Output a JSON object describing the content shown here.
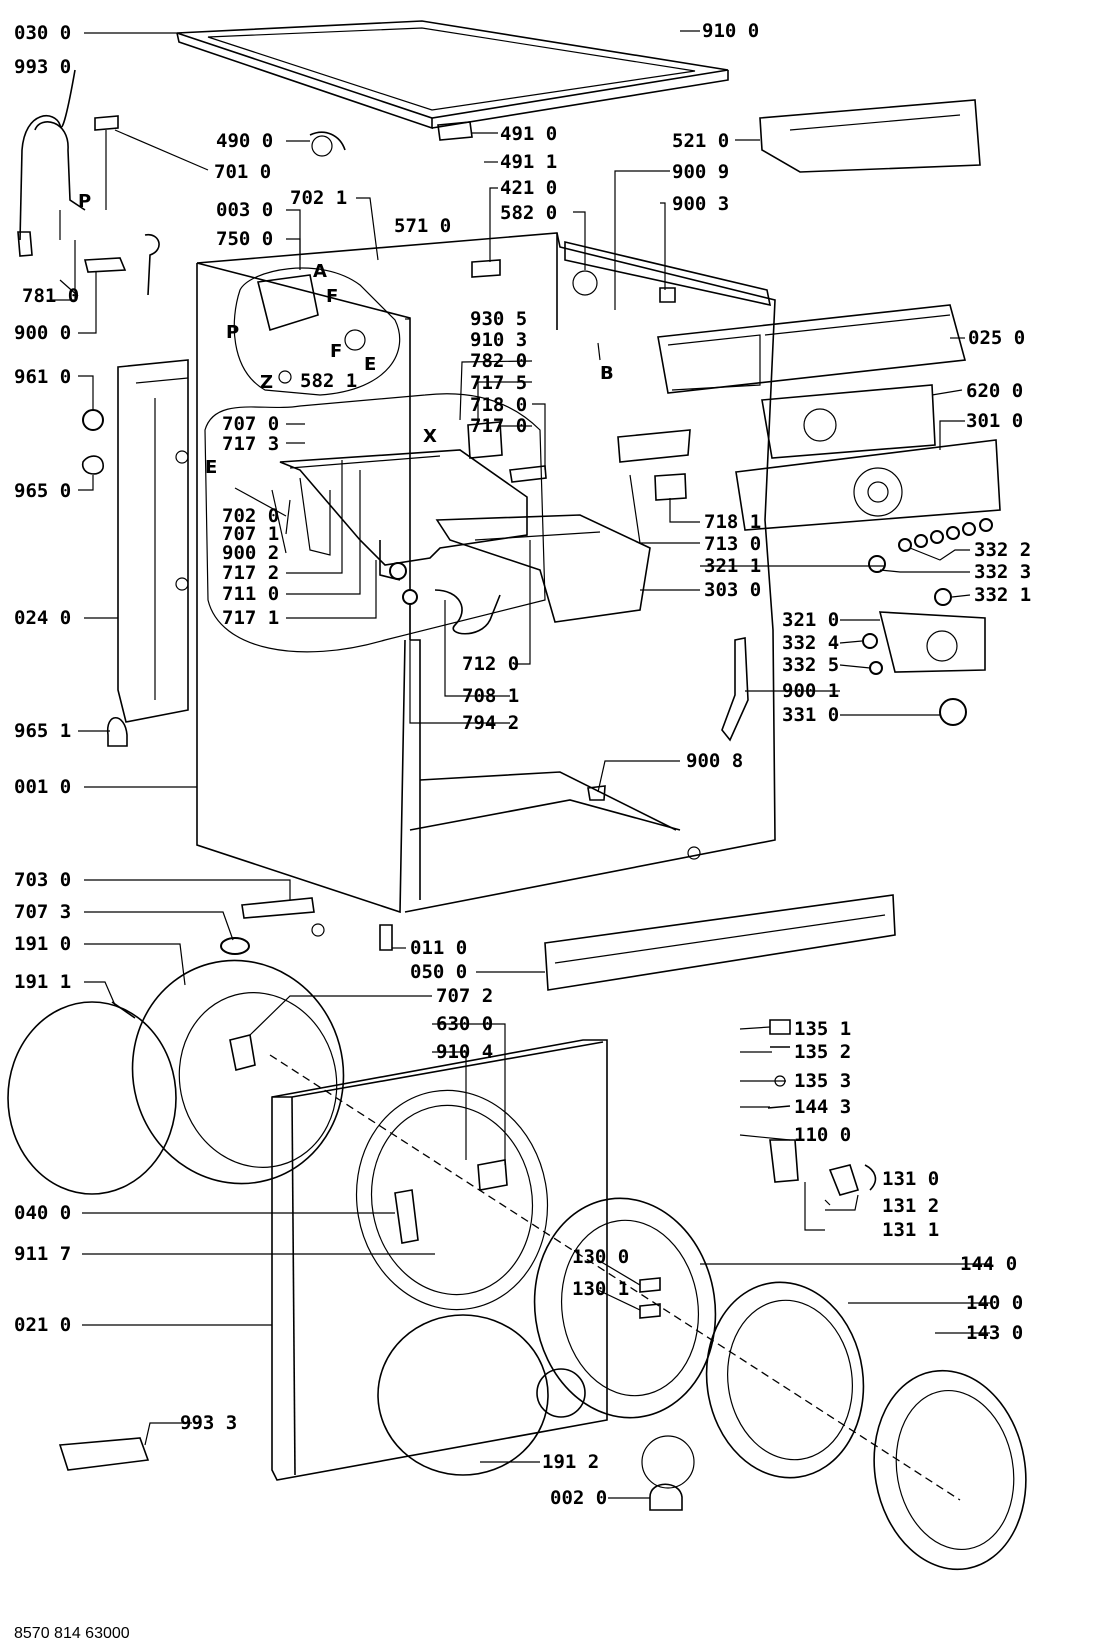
{
  "labels": {
    "l_030_0": "030 0",
    "l_993_0": "993 0",
    "l_910_0": "910 0",
    "l_490_0": "490 0",
    "l_491_0": "491 0",
    "l_491_1": "491 1",
    "l_521_0": "521 0",
    "l_701_0": "701 0",
    "l_702_1": "702 1",
    "l_421_0": "421 0",
    "l_900_9": "900 9",
    "l_003_0": "003 0",
    "l_571_0": "571 0",
    "l_582_0": "582 0",
    "l_900_3": "900 3",
    "l_750_0": "750 0",
    "l_781_0": "781 0",
    "l_900_0": "900 0",
    "l_930_5": "930 5",
    "l_025_0": "025 0",
    "l_582_1": "582 1",
    "l_910_3": "910 3",
    "l_782_0": "782 0",
    "l_961_0": "961 0",
    "l_717_5": "717 5",
    "l_718_0": "718 0",
    "l_620_0": "620 0",
    "l_707_0": "707 0",
    "l_717_0": "717 0",
    "l_301_0": "301 0",
    "l_717_3": "717 3",
    "l_965_0": "965 0",
    "l_718_1": "718 1",
    "l_702_0": "702 0",
    "l_707_1": "707 1",
    "l_713_0": "713 0",
    "l_332_2": "332 2",
    "l_900_2": "900 2",
    "l_332_3": "332 3",
    "l_717_2": "717 2",
    "l_321_1": "321 1",
    "l_711_0": "711 0",
    "l_303_0": "303 0",
    "l_332_1": "332 1",
    "l_024_0": "024 0",
    "l_717_1": "717 1",
    "l_321_0": "321 0",
    "l_332_4": "332 4",
    "l_712_0": "712 0",
    "l_332_5": "332 5",
    "l_708_1": "708 1",
    "l_900_1": "900 1",
    "l_965_1": "965 1",
    "l_794_2": "794 2",
    "l_331_0": "331 0",
    "l_900_8": "900 8",
    "l_001_0": "001 0",
    "l_703_0": "703 0",
    "l_707_3": "707 3",
    "l_191_0": "191 0",
    "l_011_0": "011 0",
    "l_050_0": "050 0",
    "l_191_1": "191 1",
    "l_707_2": "707 2",
    "l_630_0": "630 0",
    "l_135_1": "135 1",
    "l_910_4": "910 4",
    "l_135_2": "135 2",
    "l_135_3": "135 3",
    "l_144_3": "144 3",
    "l_110_0": "110 0",
    "l_131_0": "131 0",
    "l_131_2": "131 2",
    "l_040_0": "040 0",
    "l_131_1": "131 1",
    "l_911_7": "911 7",
    "l_130_0": "130 0",
    "l_144_0": "144 0",
    "l_130_1": "130 1",
    "l_021_0": "021 0",
    "l_140_0": "140 0",
    "l_143_0": "143 0",
    "l_993_3": "993 3",
    "l_191_2": "191 2",
    "l_002_0": "002 0"
  },
  "letters": {
    "A": "A",
    "F1": "F",
    "F2": "F",
    "P1": "P",
    "P2": "P",
    "E1": "E",
    "E2": "E",
    "Z": "Z",
    "B": "B",
    "X": "X"
  },
  "footer_code": "8570 814 63000"
}
